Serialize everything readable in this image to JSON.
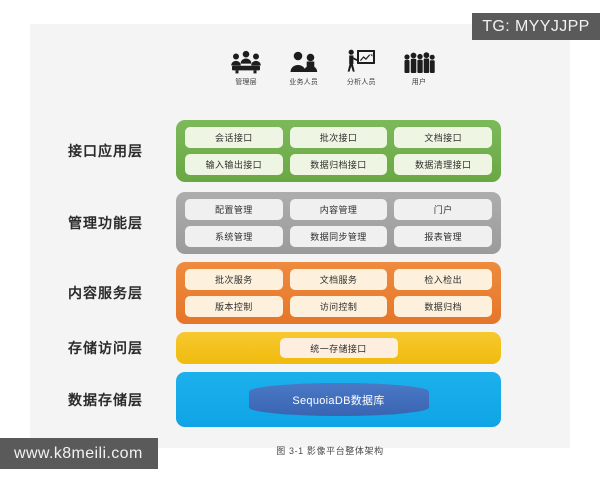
{
  "watermarks": {
    "top_right": "TG: MYYJJPP",
    "bottom_left": "www.k8meili.com"
  },
  "figure": {
    "caption": "图 3-1 影像平台整体架构",
    "actors": [
      {
        "icon": "management-group-icon",
        "label": "管理层"
      },
      {
        "icon": "business-staff-icon",
        "label": "业务人员"
      },
      {
        "icon": "analyst-presentation-icon",
        "label": "分析人员"
      },
      {
        "icon": "users-crowd-icon",
        "label": "用户"
      }
    ],
    "layers": [
      {
        "id": "interface-application",
        "label": "接口应用层",
        "color": "#6aa845",
        "cell_color": "#eef6e3",
        "rows": [
          [
            "会话接口",
            "批次接口",
            "文档接口"
          ],
          [
            "输入输出接口",
            "数据归档接口",
            "数据清理接口"
          ]
        ]
      },
      {
        "id": "management-function",
        "label": "管理功能层",
        "color": "#9b9b9b",
        "cell_color": "#f0f0f0",
        "rows": [
          [
            "配置管理",
            "内容管理",
            "门户"
          ],
          [
            "系统管理",
            "数据同步管理",
            "报表管理"
          ]
        ]
      },
      {
        "id": "content-service",
        "label": "内容服务层",
        "color": "#e57629",
        "cell_color": "#fdf1dd",
        "rows": [
          [
            "批次服务",
            "文档服务",
            "检入检出"
          ],
          [
            "版本控制",
            "访问控制",
            "数据归档"
          ]
        ]
      },
      {
        "id": "storage-access",
        "label": "存储访问层",
        "color": "#f0bb0d",
        "cell_color": "#fdeedf",
        "rows": [
          [
            "统一存储接口"
          ]
        ]
      },
      {
        "id": "data-storage",
        "label": "数据存储层",
        "color": "#0fa4e6",
        "cell_color": "#3a64b2",
        "rows": [
          [
            "SequoiaDB数据库"
          ]
        ]
      }
    ]
  }
}
